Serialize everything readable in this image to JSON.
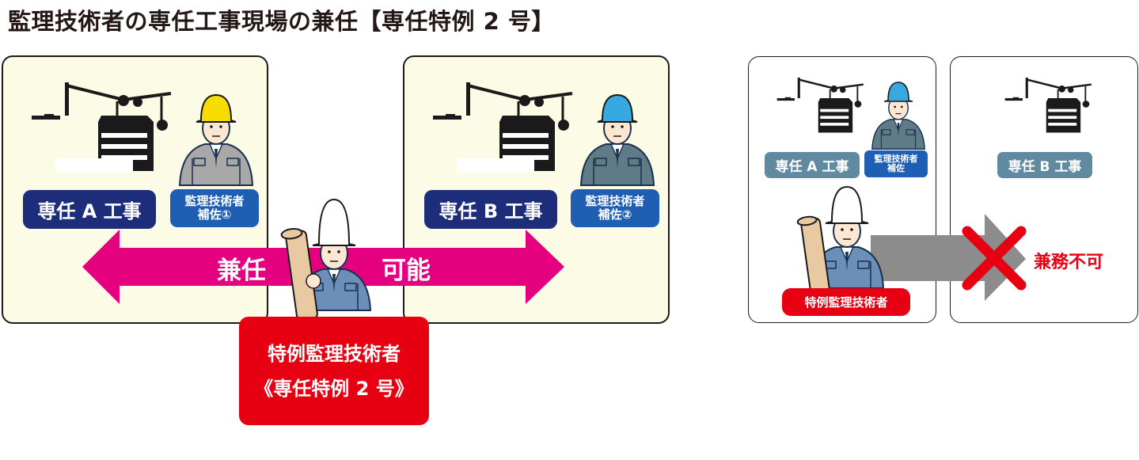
{
  "title": "監理技術者の専任工事現場の兼任【専任特例 2 号】",
  "left_diagram": {
    "site_a": {
      "label": "専任 A 工事",
      "assistant_line1": "監理技術者",
      "assistant_line2": "補佐①",
      "helmet_color": "#f7dc00"
    },
    "site_b": {
      "label": "専任 B 工事",
      "assistant_line1": "監理技術者",
      "assistant_line2": "補佐②",
      "helmet_color": "#38a8e0"
    },
    "arrow_left_text": "兼任",
    "arrow_right_text": "可能",
    "arrow_color": "#e4007f",
    "engineer_line1": "特例監理技術者",
    "engineer_line2": "《専任特例 2 号》"
  },
  "right_diagram": {
    "site_a_label": "専任 A 工事",
    "assistant_line1": "監理技術者",
    "assistant_line2": "補佐",
    "engineer_label": "特例監理技術者",
    "site_b_label": "専任 B 工事",
    "denied_text": "兼務不可",
    "cross_color": "#e60012"
  },
  "colors": {
    "navy": "#1d2d7a",
    "blue": "#1e5fb3",
    "red": "#e60012",
    "panel_bg": "#fcfbe6",
    "teal": "#5f8aa0"
  }
}
